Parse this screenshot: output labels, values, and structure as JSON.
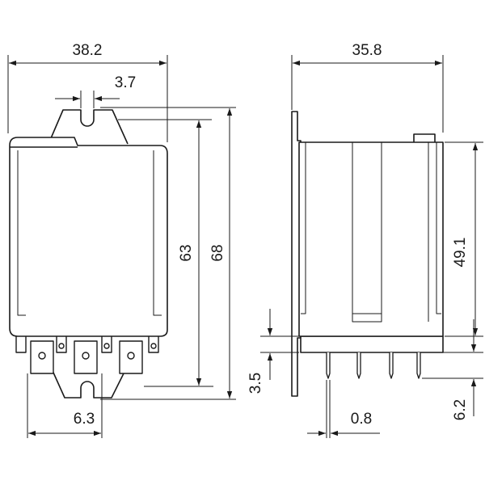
{
  "dimensions": {
    "front_width": "38.2",
    "tab_slot": "3.7",
    "body_height": "63",
    "total_height": "68",
    "pin_pitch": "6.3",
    "tab_offset": "3.5",
    "side_width": "35.8",
    "side_body_height": "49.1",
    "pin_thickness": "0.8",
    "pin_length": "6.2"
  },
  "colors": {
    "outline": "#1a1a1a",
    "fill": "#ffffff"
  }
}
